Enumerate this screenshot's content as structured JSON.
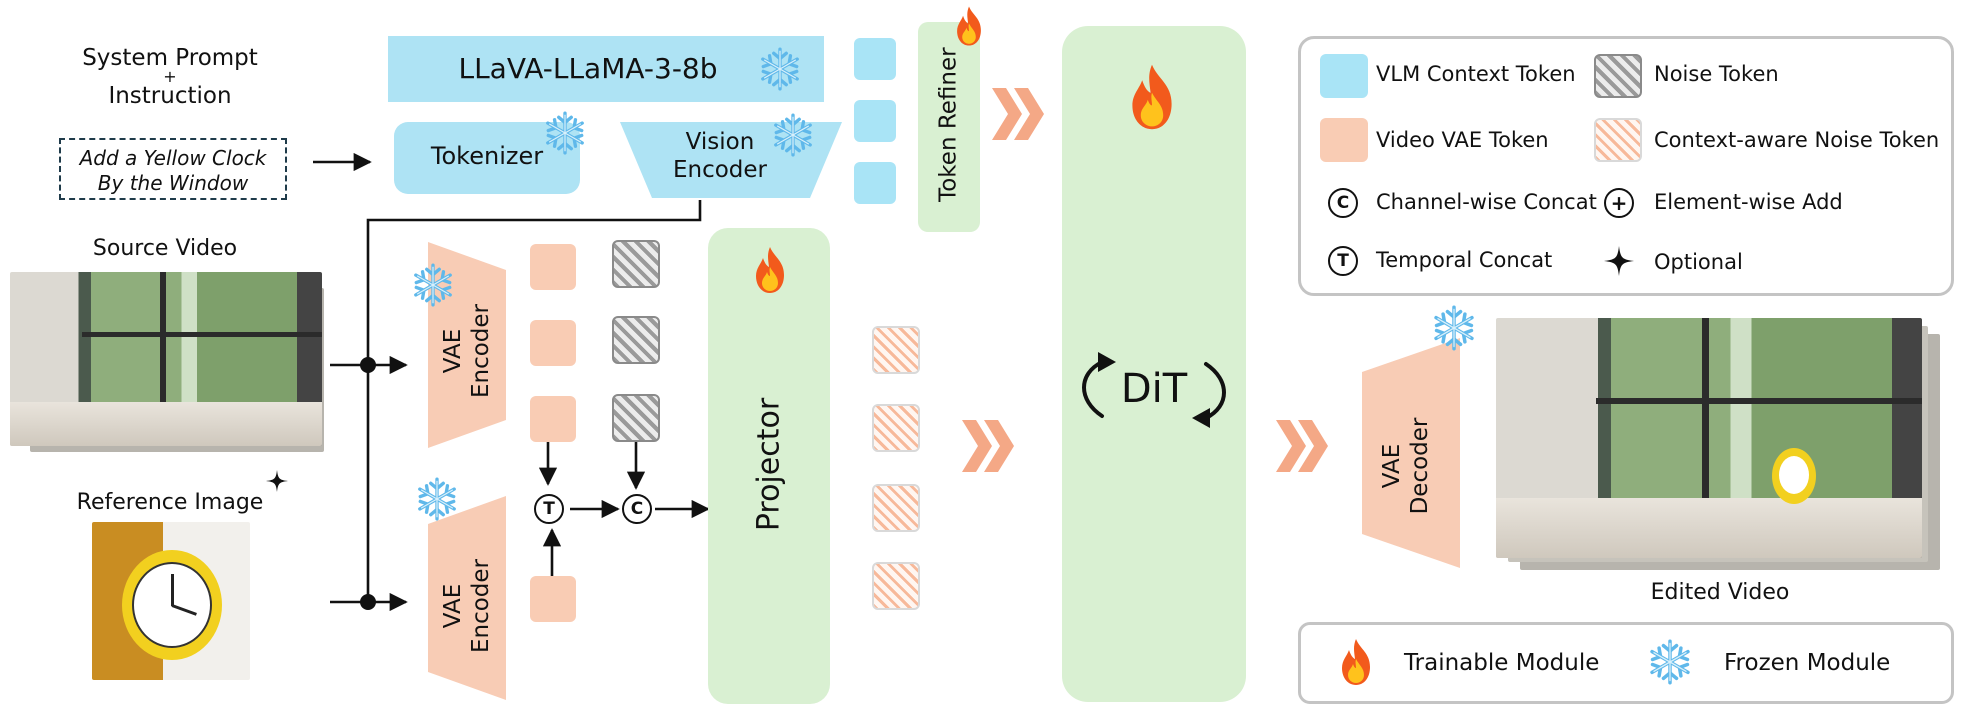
{
  "prompt": {
    "title_line1": "System Prompt",
    "title_line2": "+",
    "title_line3": "Instruction",
    "instruction_line1": "Add a Yellow Clock",
    "instruction_line2": "By the Window"
  },
  "inputs": {
    "source_video": "Source Video",
    "reference_image": "Reference Image"
  },
  "modules": {
    "llm": "LLaVA-LLaMA-3-8b",
    "tokenizer": "Tokenizer",
    "vision_encoder_line1": "Vision",
    "vision_encoder_line2": "Encoder",
    "token_refiner": "Token Refiner",
    "vae_encoder_line1": "VAE",
    "vae_encoder_line2": "Encoder",
    "projector": "Projector",
    "dit": "DiT",
    "vae_decoder_line1": "VAE",
    "vae_decoder_line2": "Decoder"
  },
  "operators": {
    "temporal": "T",
    "channel": "C",
    "add": "+"
  },
  "outputs": {
    "edited_video": "Edited Video"
  },
  "legend": {
    "vlm_context": "VLM Context Token",
    "noise": "Noise Token",
    "video_vae": "Video VAE Token",
    "ctx_noise": "Context-aware Noise Token",
    "channel_concat": "Channel-wise Concat",
    "element_add": "Element-wise Add",
    "temporal_concat": "Temporal Concat",
    "optional": "Optional"
  },
  "legend2": {
    "trainable": "Trainable Module",
    "frozen": "Frozen Module"
  },
  "colors": {
    "blue_module": "#aee3f4",
    "green_module": "#d9f0d2",
    "peach_module": "#f8ccb5",
    "chevron": "#f4a886",
    "snowflake": "#5fb8ea",
    "flame_outer": "#f25a1c",
    "flame_inner": "#ffc21c"
  },
  "icons": {
    "trainable": "flame-icon",
    "frozen": "snowflake-icon",
    "optional": "four-point-star-icon",
    "flow": "chevron-right-icon"
  }
}
